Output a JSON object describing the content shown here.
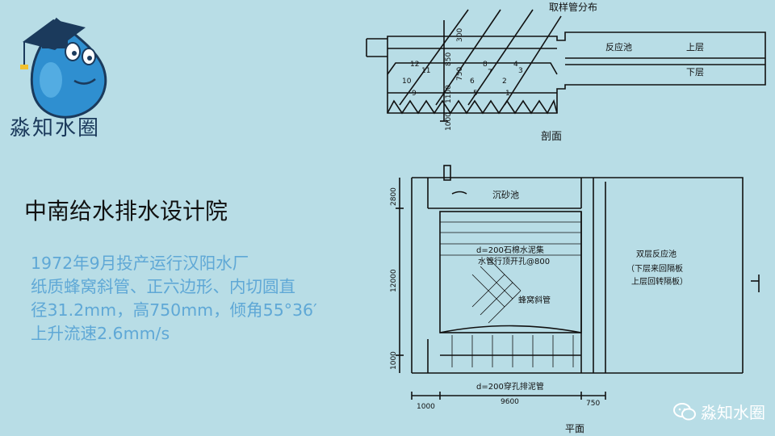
{
  "logo": {
    "text": "淼知水圈"
  },
  "title": "中南给水排水设计院",
  "description": [
    "1972年9月投产运行汉阳水厂",
    "纸质蜂窝斜管、正六边形、内切圆直",
    "径31.2mm，高750mm，倾角55°36′",
    "上升流速2.6mm/s"
  ],
  "drawing": {
    "section": {
      "top_label": "取样管分布",
      "caption": "剖面",
      "upper_label": "反应池",
      "upper_sub": "上层",
      "lower_sub": "下层",
      "dims": [
        "300",
        "850",
        "750",
        "1100",
        "1000"
      ],
      "points": [
        "12",
        "11",
        "10",
        "9",
        "8",
        "7",
        "6",
        "5",
        "4",
        "3",
        "2",
        "1"
      ]
    },
    "plan": {
      "grit": "沉砂池",
      "pipe_note_1": "d=200石棉水泥集",
      "pipe_note_2": "水管行顶开孔@800",
      "honeycomb": "蜂窝斜管",
      "reaction_1": "双层反应池",
      "reaction_2": "（下层来回隔板",
      "reaction_3": "上层回转隔板）",
      "drain": "d=200穿孔排泥管",
      "dims_v": [
        "2800",
        "12000",
        "1000"
      ],
      "dims_h": [
        "1000",
        "9600",
        "750"
      ],
      "caption": "平面"
    }
  },
  "watermark": {
    "text": "淼知水圈"
  }
}
